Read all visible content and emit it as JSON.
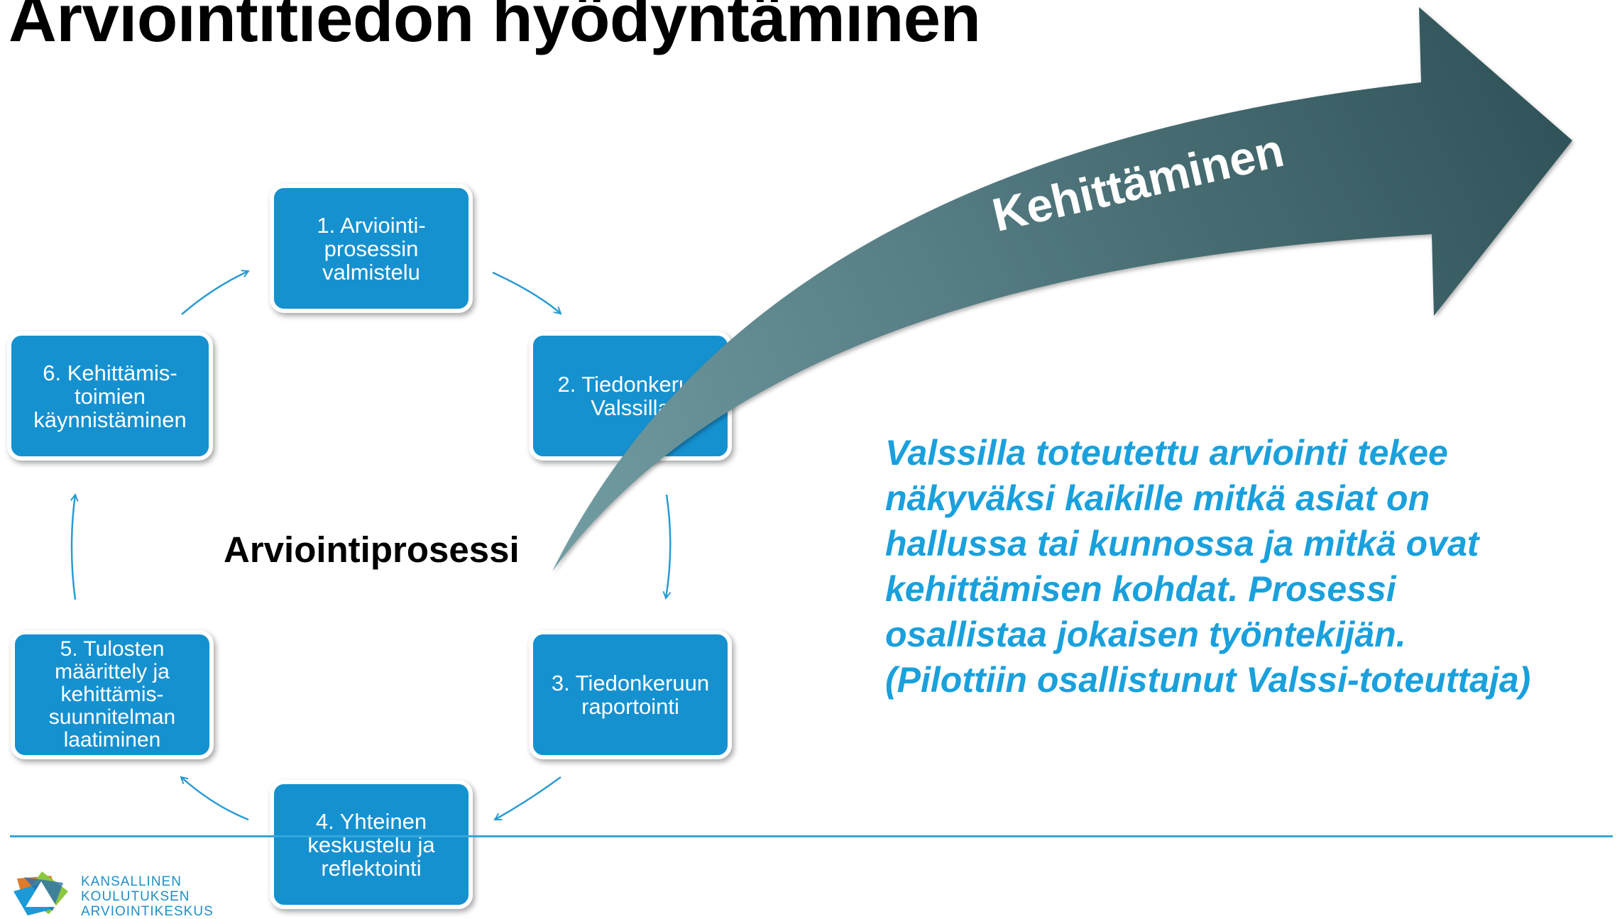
{
  "title": "Arviointitiedon hyödyntäminen",
  "cycle": {
    "center_label": "Arviointiprosessi",
    "steps": [
      "1. Arviointi-\nprosessin\nvalmistelu",
      "2. Tiedonkeruu\nValssilla",
      "3. Tiedonkeruun\nraportointi",
      "4. Yhteinen\nkeskustelu ja\nreflektointi",
      "5. Tulosten\nmäärittely ja\nkehittämis-\nsuunnitelman\nlaatiminen",
      "6. Kehittämis-\ntoimien\nkäynnistäminen"
    ]
  },
  "arrow": {
    "label": "Kehittäminen"
  },
  "quote": "Valssilla toteutettu arviointi tekee\nnäkyväksi kaikille mitkä asiat on\nhallussa tai kunnossa ja mitkä ovat\nkehittämisen kohdat. Prosessi\nosallistaa jokaisen työntekijän.\n(Pilottiin osallistunut Valssi-toteuttaja)",
  "footer": {
    "org_name": "KANSALLINEN\nKOULUTUKSEN\nARVIOINTIKESKUS"
  },
  "colors": {
    "box_fill": "#1591d0",
    "quote_text": "#1aa0dc",
    "arrow_dark": "#355a60",
    "arrow_light": "#6f9aa0"
  }
}
